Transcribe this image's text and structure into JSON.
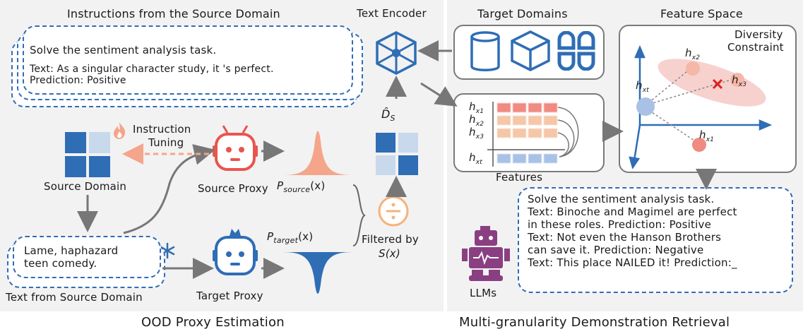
{
  "left": {
    "instructions_title": "Instructions from the Source Domain",
    "instruction_line1": "Solve the sentiment analysis task.",
    "instruction_line2": "Text: As a singular character study, it 's perfect.",
    "instruction_line3": "Prediction: Positive",
    "instruction_tuning_line1": "Instruction",
    "instruction_tuning_line2": "Tuning",
    "source_domain_label": "Source Domain",
    "source_proxy_label": "Source Proxy",
    "target_proxy_label": "Target Proxy",
    "p_source": "P",
    "p_source_sub": "source",
    "p_source_arg": "(x)",
    "p_target": "P",
    "p_target_sub": "target",
    "p_target_arg": "(x)",
    "filtered_by": "Filtered by",
    "filter_fn": "S(x)",
    "d_hat": "D̂",
    "d_hat_sub": "S",
    "text_example_line1": "Lame, haphazard",
    "text_example_line2": "teen comedy.",
    "text_from_source_label": "Text from Source Domain",
    "footer": "OOD Proxy Estimation"
  },
  "center": {
    "text_encoder_label": "Text Encoder",
    "x_t": "x",
    "x_t_sub": "t"
  },
  "right": {
    "target_domains_label": "Target Domains",
    "feature_space_label": "Feature Space",
    "diversity_line1": "Diversity",
    "diversity_line2": "Constraint",
    "features_label": "Features",
    "h": "h",
    "h_subs": [
      "x1",
      "x2",
      "x3",
      "xt"
    ],
    "retrieval_line1": "Solve the sentiment analysis task.",
    "retrieval_line2": "Text: Binoche and Magimel are perfect",
    "retrieval_line3": "in these roles. Prediction: Positive",
    "retrieval_line4": "Text: Not even the Hanson Brothers",
    "retrieval_line5": "can save it. Prediction: Negative",
    "retrieval_line6": "Text: This place NAILED it! Prediction:_",
    "llms_label": "LLMs",
    "footer": "Multi-granularity Demonstration Retrieval"
  },
  "colors": {
    "panel": "#f2f2f2",
    "blue": "#2f6db5",
    "light_blue": "#c9d9ec",
    "red": "#e8554e",
    "salmon": "#f4a58a",
    "purple": "#8a3f82",
    "orange": "#f5b27a"
  }
}
